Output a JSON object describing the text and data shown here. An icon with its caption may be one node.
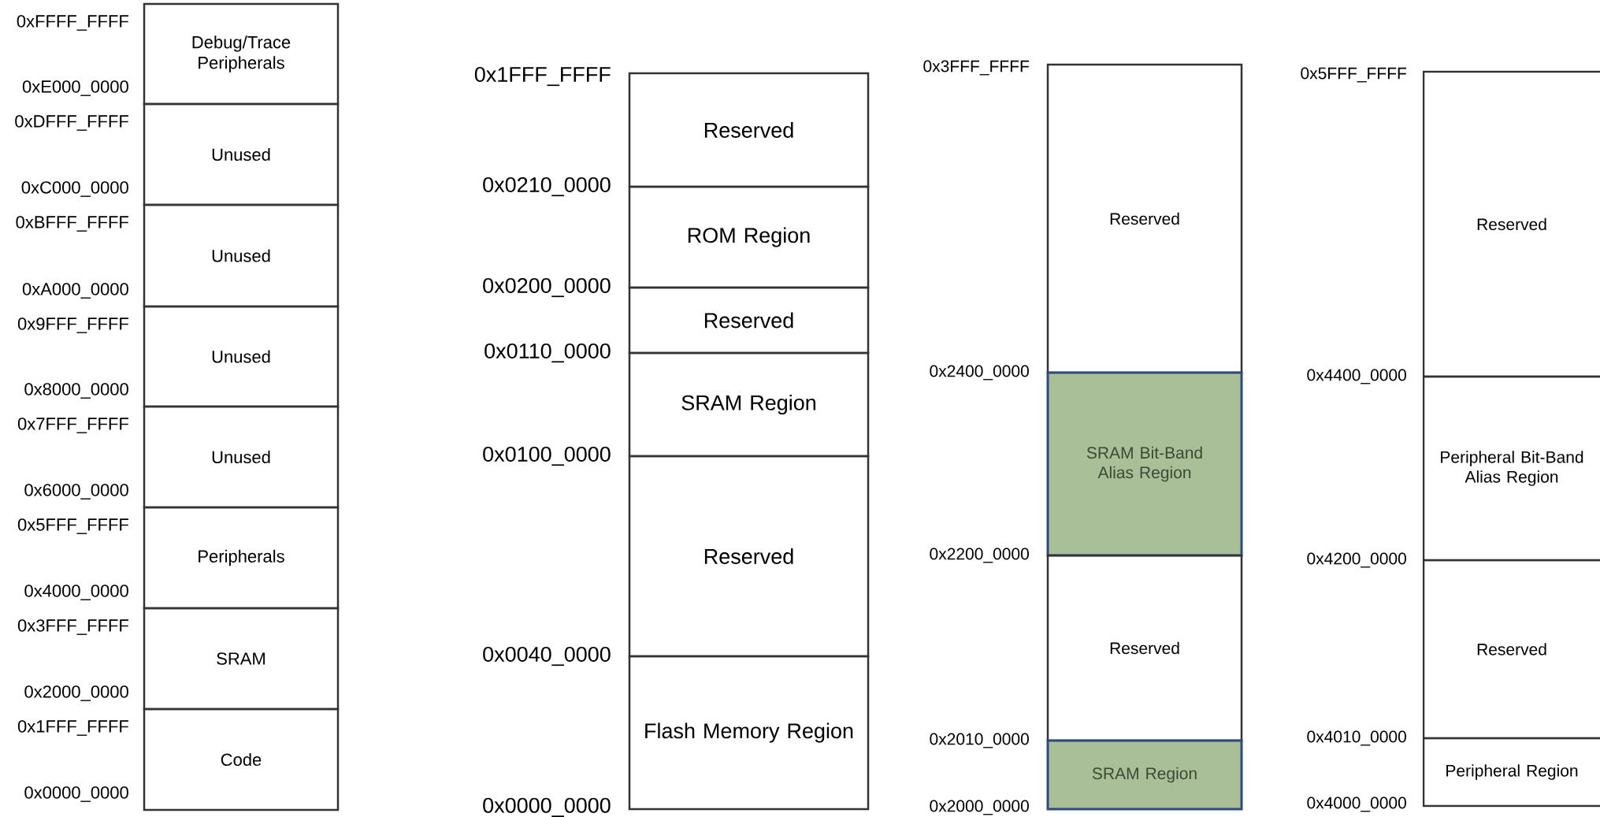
{
  "diagram": {
    "nodes": [
      {
        "text": [
          "Debug/Trace Peripherals"
        ]
      },
      {
        "text": [
          "Unused"
        ]
      },
      {
        "text": [
          "Unused"
        ]
      },
      {
        "text": [
          "Unused"
        ]
      },
      {
        "text": [
          "Unused"
        ]
      },
      {
        "text": [
          "Peripherals"
        ]
      },
      {
        "text": [
          "SRAM"
        ]
      },
      {
        "text": [
          "Code"
        ]
      },
      {
        "text": [
          "Reserved"
        ]
      },
      {
        "text": [
          "ROM Region"
        ]
      },
      {
        "text": [
          "Reserved"
        ]
      },
      {
        "text": [
          "SRAM Region"
        ]
      },
      {
        "text": [
          "Reserved"
        ]
      },
      {
        "text": [
          "Flash Memory Region"
        ]
      },
      {
        "text": [
          "Reserved"
        ]
      },
      {
        "text": [
          "SRAM Bit-Band Alias Region"
        ]
      },
      {
        "text": [
          "Reserved"
        ]
      },
      {
        "text": [
          "SRAM Region"
        ]
      },
      {
        "text": [
          "Reserved"
        ]
      },
      {
        "text": [
          "Peripheral Bit-Band Alias Region"
        ]
      },
      {
        "text": [
          "Reserved"
        ]
      },
      {
        "text": [
          "Peripheral Region"
        ]
      }
    ],
    "labels": [
      "0xFFFF_FFFF",
      "0xE000_0000",
      "0xDFFF_FFFF",
      "0xC000_0000",
      "0xBFFF_FFFF",
      "0xA000_0000",
      "0x9FFF_FFFF",
      "0x8000_0000",
      "0x7FFF_FFFF",
      "0x6000_0000",
      "0x5FFF_FFFF",
      "0x4000_0000",
      "0x3FFF_FFFF",
      "0x2000_0000",
      "0x1FFF_FFFF",
      "0x0000_0000",
      "0x1FFF_FFFF",
      "0x0210_0000",
      "0x0200_0000",
      "0x0110_0000",
      "0x0100_0000",
      "0x0040_0000",
      "0x0000_0000",
      "0x3FFF_FFFF",
      "0x2400_0000",
      "0x2200_0000",
      "0x2010_0000",
      "0x2000_0000",
      "0x5FFF_FFFF",
      "0x4400_0000",
      "0x4200_0000",
      "0x4010_0000",
      "0x4000_0000"
    ]
  }
}
